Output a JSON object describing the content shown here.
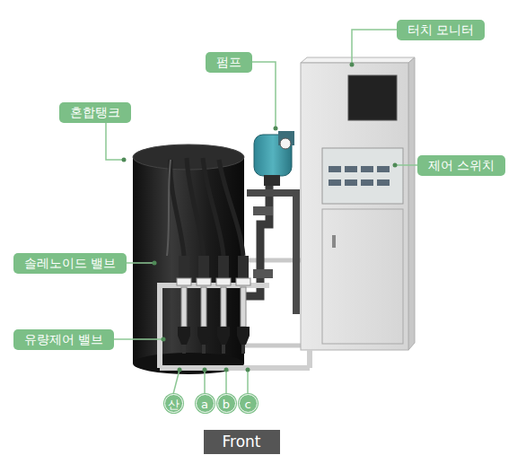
{
  "diagram": {
    "nodes": [
      {
        "text": [
          "터치 모니터"
        ]
      },
      {
        "text": [
          "펌프"
        ]
      },
      {
        "text": [
          "혼합탱크"
        ]
      },
      {
        "text": [
          "제어 스위치"
        ]
      },
      {
        "text": [
          "솔레노이드 밸브"
        ]
      },
      {
        "text": [
          "유량제어 밸브"
        ]
      },
      {
        "text": [
          "산"
        ]
      },
      {
        "text": [
          "a"
        ]
      },
      {
        "text": [
          "b"
        ]
      },
      {
        "text": [
          "c"
        ]
      },
      {
        "text": [
          "Front"
        ]
      }
    ]
  }
}
